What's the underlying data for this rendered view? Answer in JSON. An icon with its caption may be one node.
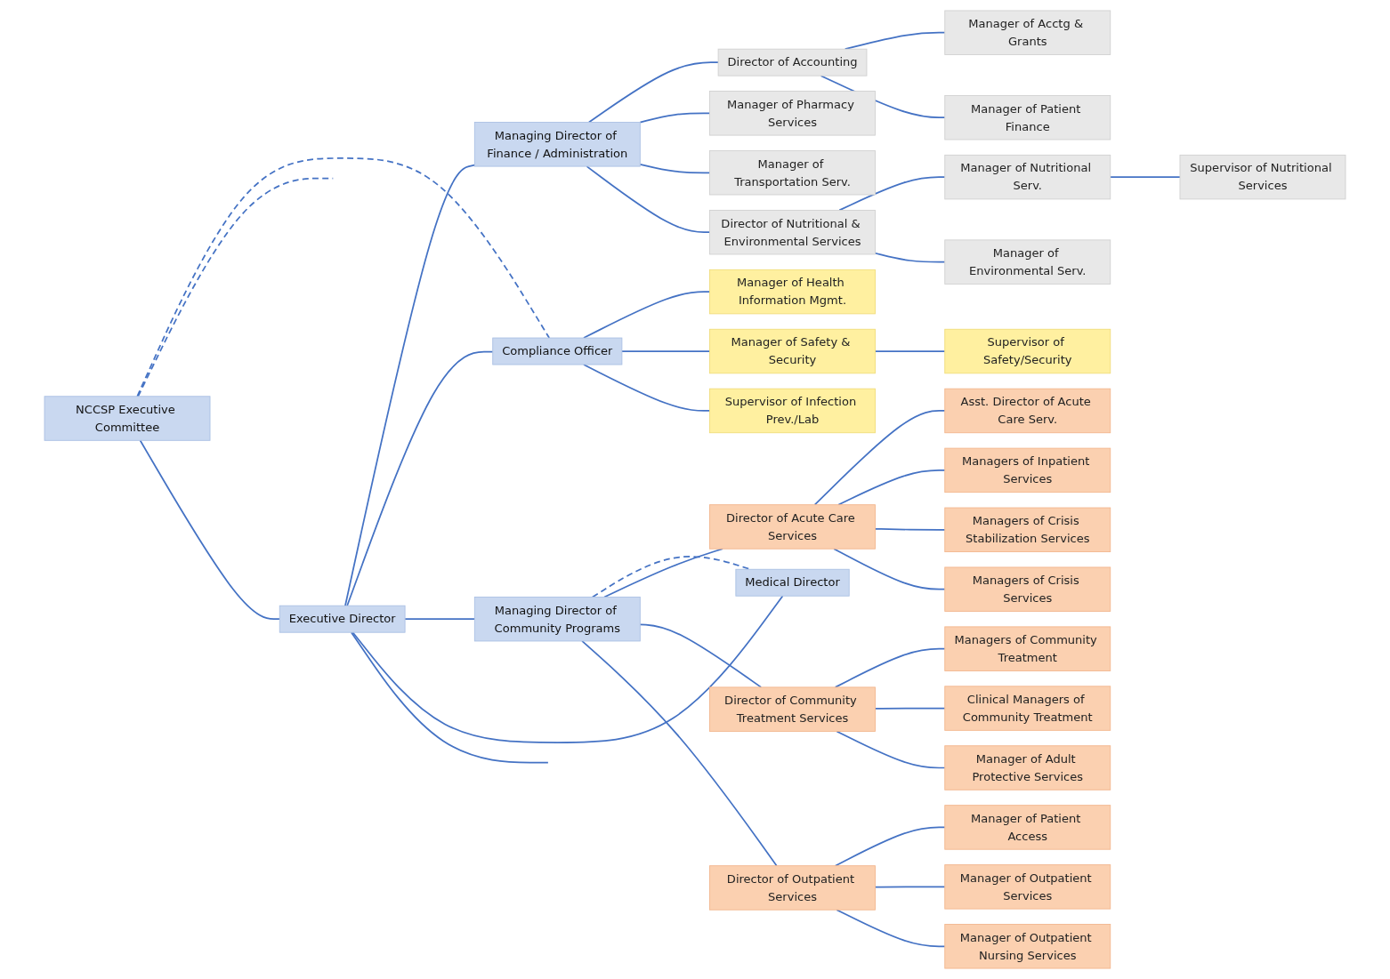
{
  "diagram": {
    "nodes": [
      {
        "text": [
          "NCCSP Executive Committee"
        ]
      },
      {
        "text": [
          "Executive Director"
        ]
      },
      {
        "text": [
          "Managing Director of Finance / Administration"
        ]
      },
      {
        "text": [
          "Compliance Officer"
        ]
      },
      {
        "text": [
          "Managing Director of Community Programs"
        ]
      },
      {
        "text": [
          "Medical Director"
        ]
      },
      {
        "text": [
          "Director of Accounting"
        ]
      },
      {
        "text": [
          "Manager of Acctg & Grants"
        ]
      },
      {
        "text": [
          "Manager of Patient Finance"
        ]
      },
      {
        "text": [
          "Manager of Pharmacy Services"
        ]
      },
      {
        "text": [
          "Manager of Transportation Serv."
        ]
      },
      {
        "text": [
          "Director of Nutritional & Environmental Services"
        ]
      },
      {
        "text": [
          "Manager of Nutritional Serv."
        ]
      },
      {
        "text": [
          "Manager of Environmental Serv."
        ]
      },
      {
        "text": [
          "Supervisor of Nutritional Services"
        ]
      },
      {
        "text": [
          "Manager of Health Information Mgmt."
        ]
      },
      {
        "text": [
          "Manager of Safety & Security"
        ]
      },
      {
        "text": [
          "Supervisor of Safety/Security"
        ]
      },
      {
        "text": [
          "Supervisor of Infection Prev./Lab"
        ]
      },
      {
        "text": [
          "Director of Acute Care Services"
        ]
      },
      {
        "text": [
          "Director of Community Treatment Services"
        ]
      },
      {
        "text": [
          "Director of Outpatient Services"
        ]
      },
      {
        "text": [
          "Asst. Director of Acute Care Serv."
        ]
      },
      {
        "text": [
          "Managers of Inpatient Services"
        ]
      },
      {
        "text": [
          "Managers of Crisis Stabilization Services"
        ]
      },
      {
        "text": [
          "Managers of Crisis Services"
        ]
      },
      {
        "text": [
          "Managers of Community Treatment"
        ]
      },
      {
        "text": [
          "Clinical Managers of Community Treatment"
        ]
      },
      {
        "text": [
          "Manager of Adult Protective Services"
        ]
      },
      {
        "text": [
          "Manager of Patient Access"
        ]
      },
      {
        "text": [
          "Manager of Outpatient Services"
        ]
      },
      {
        "text": [
          "Manager of Outpatient Nursing Services"
        ]
      }
    ],
    "edges": [
      {
        "from": 0,
        "to": 3,
        "arrow": "none",
        "style": "dashed"
      },
      {
        "from": 0,
        "to": null,
        "arrow": "none",
        "style": "dashed"
      },
      {
        "from": 0,
        "to": 1,
        "arrow": "none"
      },
      {
        "from": 1,
        "to": 2,
        "arrow": "none"
      },
      {
        "from": 1,
        "to": 3,
        "arrow": "none"
      },
      {
        "from": 1,
        "to": 4,
        "arrow": "none"
      },
      {
        "from": 1,
        "to": 5,
        "arrow": "none"
      },
      {
        "from": 1,
        "to": null,
        "arrow": "none"
      },
      {
        "from": 4,
        "to": 5,
        "arrow": "none",
        "style": "dashed"
      },
      {
        "from": 2,
        "to": 6,
        "arrow": "none"
      },
      {
        "from": 6,
        "to": 7,
        "arrow": "none"
      },
      {
        "from": 6,
        "to": 8,
        "arrow": "none"
      },
      {
        "from": 2,
        "to": 9,
        "arrow": "none"
      },
      {
        "from": 2,
        "to": 10,
        "arrow": "none"
      },
      {
        "from": 2,
        "to": 11,
        "arrow": "none"
      },
      {
        "from": 11,
        "to": 12,
        "arrow": "none"
      },
      {
        "from": 11,
        "to": 13,
        "arrow": "none"
      },
      {
        "from": 12,
        "to": 14,
        "arrow": "none"
      },
      {
        "from": 3,
        "to": 15,
        "arrow": "none"
      },
      {
        "from": 3,
        "to": 16,
        "arrow": "none"
      },
      {
        "from": 16,
        "to": 17,
        "arrow": "none"
      },
      {
        "from": 3,
        "to": 18,
        "arrow": "none"
      },
      {
        "from": 4,
        "to": 19,
        "arrow": "none"
      },
      {
        "from": 4,
        "to": 20,
        "arrow": "none"
      },
      {
        "from": 4,
        "to": 21,
        "arrow": "none"
      },
      {
        "from": 19,
        "to": 22,
        "arrow": "none"
      },
      {
        "from": 19,
        "to": 23,
        "arrow": "none"
      },
      {
        "from": 19,
        "to": 24,
        "arrow": "none"
      },
      {
        "from": 19,
        "to": 25,
        "arrow": "none"
      },
      {
        "from": 20,
        "to": 26,
        "arrow": "none"
      },
      {
        "from": 20,
        "to": 27,
        "arrow": "none"
      },
      {
        "from": 20,
        "to": 28,
        "arrow": "none"
      },
      {
        "from": 21,
        "to": 29,
        "arrow": "none"
      },
      {
        "from": 21,
        "to": 30,
        "arrow": "none"
      },
      {
        "from": 21,
        "to": 31,
        "arrow": "none"
      }
    ]
  }
}
